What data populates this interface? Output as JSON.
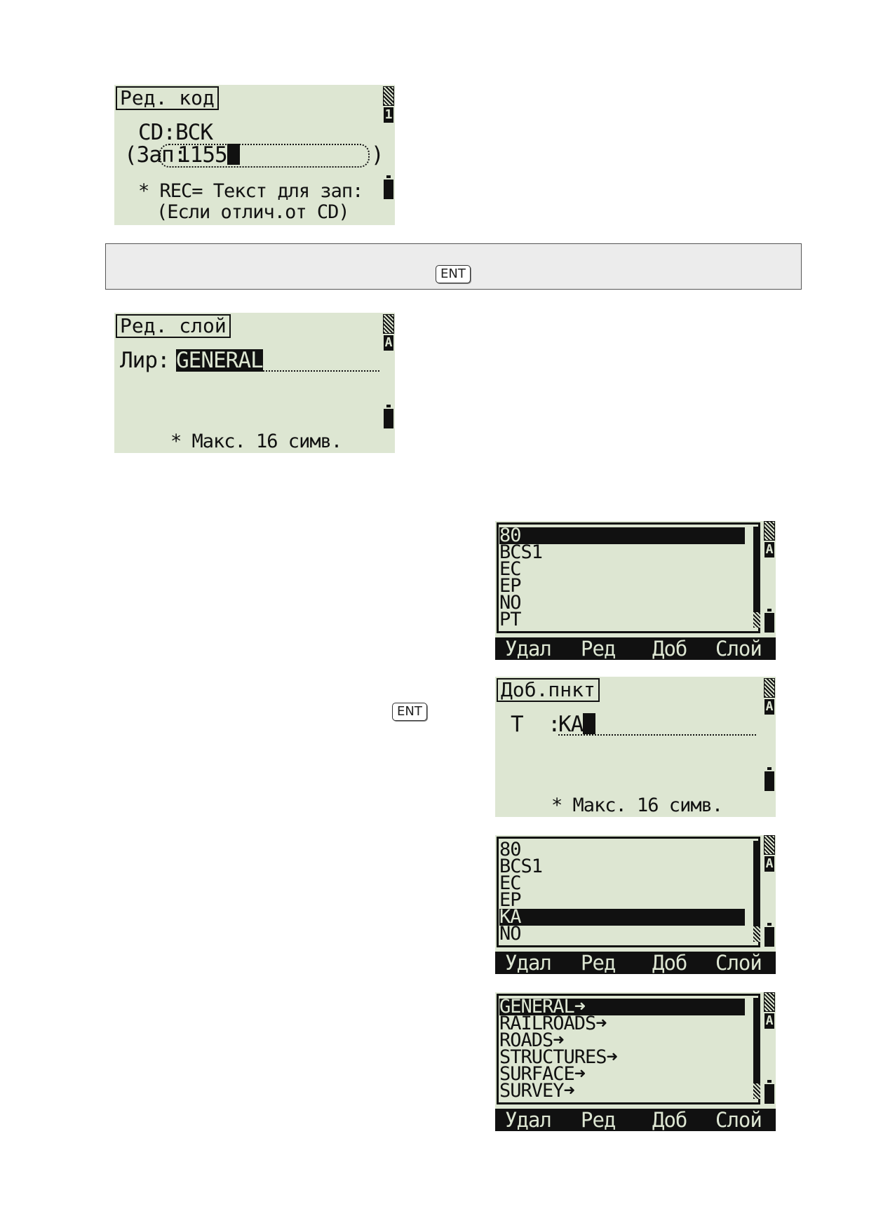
{
  "screen_edit_code": {
    "title": "Ред. код",
    "cd_line": "CD:BCK",
    "rec_label": "(Зап:",
    "rec_value": "1155",
    "rec_close": ")",
    "hint_line1": "* REC= Текст для зап:",
    "hint_line2": "(Если отлич.от CD)",
    "mode_indicator": "1"
  },
  "note_bar": {
    "key_label": "ENT"
  },
  "screen_edit_layer": {
    "title": "Ред. слой",
    "layer_label": "Лир:",
    "layer_value": "GENERAL",
    "hint": "* Макс. 16 симв.",
    "mode_indicator": "A"
  },
  "side_key": {
    "key_label": "ENT"
  },
  "screen_code_list_1": {
    "items": [
      "80",
      "BCS1",
      "EC",
      "EP",
      "NO",
      "PT"
    ],
    "selected_index": 0,
    "mode_indicator": "A",
    "softkeys": [
      "Удал",
      "Ред",
      "Доб",
      "Слой"
    ]
  },
  "screen_add_point": {
    "title": "Доб.пнкт",
    "field_label": "T  :",
    "field_value": "KA",
    "hint": "* Макс. 16 симв.",
    "mode_indicator": "A"
  },
  "screen_code_list_2": {
    "items": [
      "80",
      "BCS1",
      "EC",
      "EP",
      "KA",
      "NO"
    ],
    "selected_index": 4,
    "mode_indicator": "A",
    "softkeys": [
      "Удал",
      "Ред",
      "Доб",
      "Слой"
    ]
  },
  "screen_layer_list": {
    "items": [
      "GENERAL➜",
      "RAILROADS➜",
      "ROADS➜",
      "STRUCTURES➜",
      "SURFACE➜",
      "SURVEY➜"
    ],
    "selected_index": 0,
    "mode_indicator": "A",
    "softkeys": [
      "Удал",
      "Ред",
      "Доб",
      "Слой"
    ]
  }
}
